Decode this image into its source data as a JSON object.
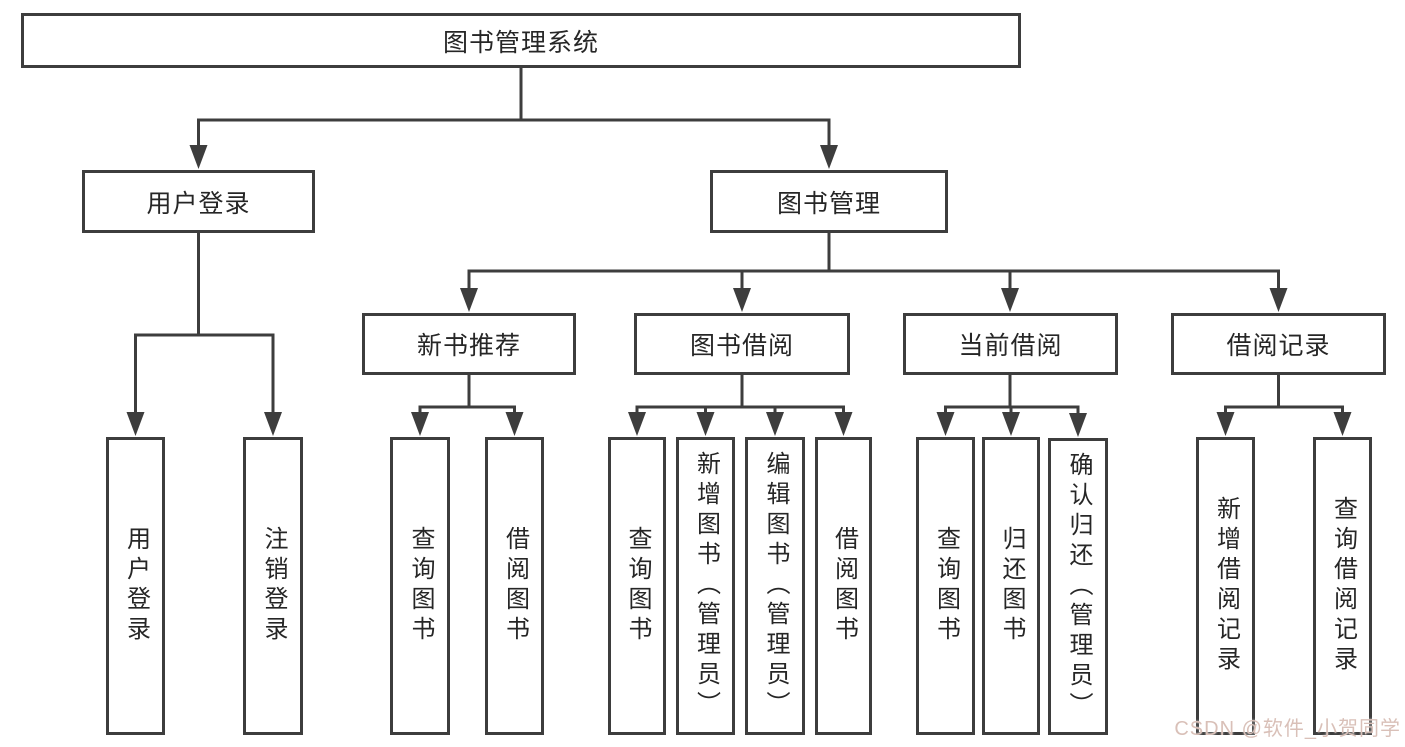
{
  "colors": {
    "background": "#ffffff",
    "border": "#3d3d3d",
    "line": "#3d3d3d",
    "text": "#262626",
    "watermark": "#d9c0b8"
  },
  "diagram": {
    "root": {
      "label": "图书管理系统"
    },
    "level2": [
      {
        "label": "用户登录",
        "parent": "图书管理系统"
      },
      {
        "label": "图书管理",
        "parent": "图书管理系统"
      }
    ],
    "level3": [
      {
        "label": "新书推荐",
        "parent": "图书管理"
      },
      {
        "label": "图书借阅",
        "parent": "图书管理"
      },
      {
        "label": "当前借阅",
        "parent": "图书管理"
      },
      {
        "label": "借阅记录",
        "parent": "图书管理"
      }
    ],
    "leaves": [
      {
        "label": "用户登录",
        "parent": "用户登录"
      },
      {
        "label": "注销登录",
        "parent": "用户登录"
      },
      {
        "label": "查询图书",
        "parent": "新书推荐"
      },
      {
        "label": "借阅图书",
        "parent": "新书推荐"
      },
      {
        "label": "查询图书",
        "parent": "图书借阅"
      },
      {
        "label": "新增图书（管理员）",
        "parent": "图书借阅"
      },
      {
        "label": "编辑图书（管理员）",
        "parent": "图书借阅"
      },
      {
        "label": "借阅图书",
        "parent": "图书借阅"
      },
      {
        "label": "查询图书",
        "parent": "当前借阅"
      },
      {
        "label": "归还图书",
        "parent": "当前借阅"
      },
      {
        "label": "确认归还（管理员）",
        "parent": "当前借阅"
      },
      {
        "label": "新增借阅记录",
        "parent": "借阅记录"
      },
      {
        "label": "查询借阅记录",
        "parent": "借阅记录"
      }
    ]
  },
  "watermark": {
    "text": "CSDN @软件_小贺同学"
  }
}
